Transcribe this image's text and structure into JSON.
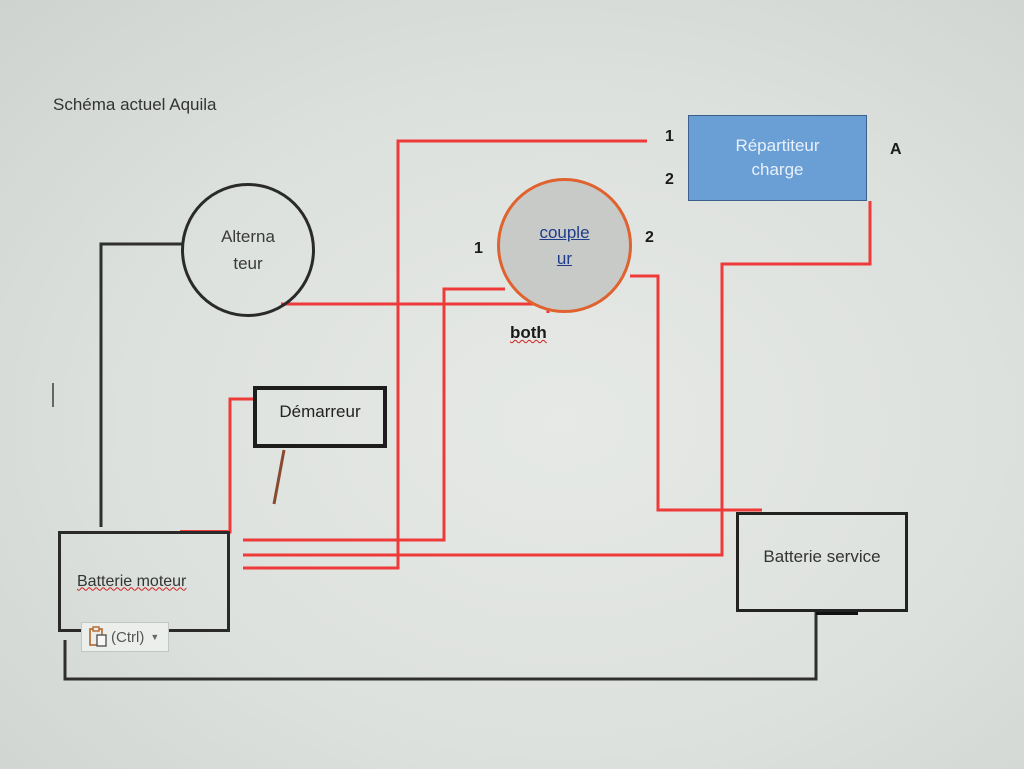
{
  "title": "Schéma actuel Aquila",
  "alternator": {
    "line1": "Alterna",
    "line2": "teur"
  },
  "coupler": {
    "line1": "couple",
    "line2": "ur",
    "left_pin": "1",
    "right_pin": "2",
    "bottom_label": "both"
  },
  "splitter": {
    "line1": "Répartiteur",
    "line2": "charge",
    "pin1": "1",
    "pin2": "2",
    "pin_a": "A"
  },
  "starter": {
    "label": "Démarreur"
  },
  "engine_battery": {
    "label": "Batterie moteur"
  },
  "service_battery": {
    "label": "Batterie service"
  },
  "paste_popup": {
    "label": "(Ctrl)",
    "icon": "clipboard-icon"
  },
  "colors": {
    "positive_wire": "#ef3a3a",
    "negative_wire": "#2a2a2a",
    "coupler_outline": "#e0622f",
    "splitter_fill": "#6a9fd6",
    "starter_lead": "#8b4a2f"
  }
}
